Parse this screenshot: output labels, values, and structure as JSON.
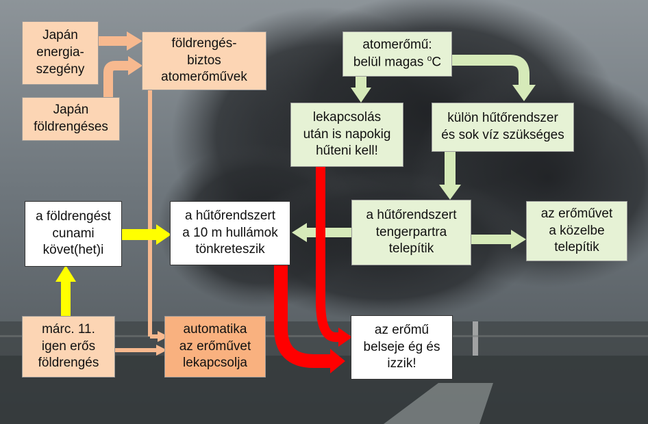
{
  "colors": {
    "peach_box": "#fcd5b4",
    "orange_box": "#f9b17f",
    "green_box": "#e6f2d5",
    "white_box": "#ffffff",
    "peach_arrow": "#f7b98f",
    "green_arrow": "#d6eab9",
    "yellow_arrow": "#ffff00",
    "red_arrow": "#ff0000"
  },
  "boxes": {
    "japan_energy_poor": {
      "lines": [
        "Japán",
        "energia-",
        "szegény"
      ]
    },
    "japan_earthquake_prone": {
      "lines": [
        "Japán",
        "földrengéses"
      ]
    },
    "earthquake_proof_plants": {
      "lines": [
        "földrengés-",
        "biztos",
        "atomerőművek"
      ]
    },
    "plant_high_temp": {
      "lines": [
        "atomerőmű:",
        "belül magas "
      ],
      "sup": "o",
      "suffix": "C"
    },
    "cooling_after_shutdown": {
      "lines": [
        "lekapcsolás",
        "után is napokig",
        "hűteni kell!"
      ]
    },
    "separate_cooling": {
      "lines": [
        "külön hűtőrendszer",
        "és sok víz szükséges"
      ]
    },
    "tsunami_follows": {
      "lines": [
        "a földrengést",
        "cunami",
        "követ(het)i"
      ]
    },
    "waves_destroy_cooling": {
      "lines": [
        "a hűtőrendszert",
        "a 10 m hullámok",
        "tönkreteszik"
      ]
    },
    "cooling_at_shore": {
      "lines": [
        "a hűtőrendszert",
        "tengerpartra",
        "telepítik"
      ]
    },
    "plant_nearby": {
      "lines": [
        "az erőművet",
        "a közelbe",
        "telepítik"
      ]
    },
    "march_11_quake": {
      "lines": [
        "márc. 11.",
        "igen erős",
        "földrengés"
      ]
    },
    "automatic_shutdown": {
      "lines": [
        "automatika",
        "az erőművet",
        "lekapcsolja"
      ]
    },
    "plant_burns": {
      "lines": [
        "az erőmű",
        "belseje ég és",
        "izzik!"
      ]
    }
  }
}
